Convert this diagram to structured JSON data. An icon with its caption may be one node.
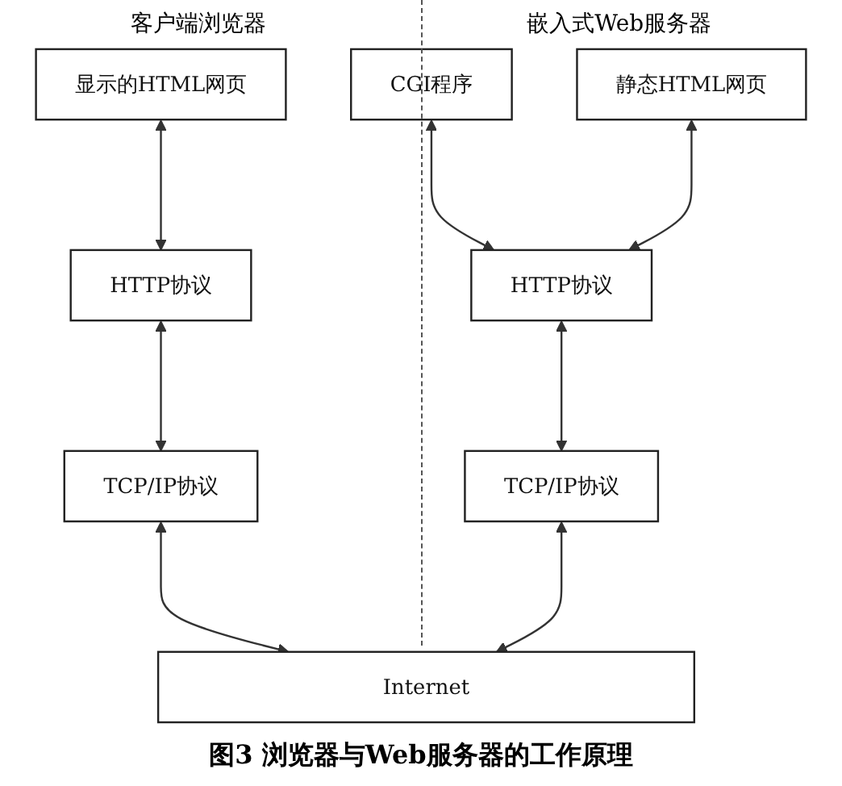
{
  "diagram": {
    "caption": "图3 浏览器与Web服务器的工作原理",
    "nodes": [
      {
        "text": [
          "显示的HTML网页"
        ]
      },
      {
        "text": [
          "HTTP协议"
        ]
      },
      {
        "text": [
          "TCP/IP协议"
        ]
      },
      {
        "text": [
          "CGI程序"
        ]
      },
      {
        "text": [
          "静态HTML网页"
        ]
      },
      {
        "text": [
          "HTTP协议"
        ]
      },
      {
        "text": [
          "TCP/IP协议"
        ]
      },
      {
        "text": [
          "Internet"
        ]
      }
    ],
    "edges": [
      {
        "from": 0,
        "to": 1,
        "arrow": "both"
      },
      {
        "from": 1,
        "to": 2,
        "arrow": "both"
      },
      {
        "from": 2,
        "to": 7,
        "arrow": "both"
      },
      {
        "from": 3,
        "to": 5,
        "arrow": "both"
      },
      {
        "from": 4,
        "to": 5,
        "arrow": "both"
      },
      {
        "from": 5,
        "to": 6,
        "arrow": "both"
      },
      {
        "from": 6,
        "to": 7,
        "arrow": "both"
      }
    ],
    "labels": [
      "客户端浏览器",
      "嵌入式Web服务器"
    ]
  }
}
